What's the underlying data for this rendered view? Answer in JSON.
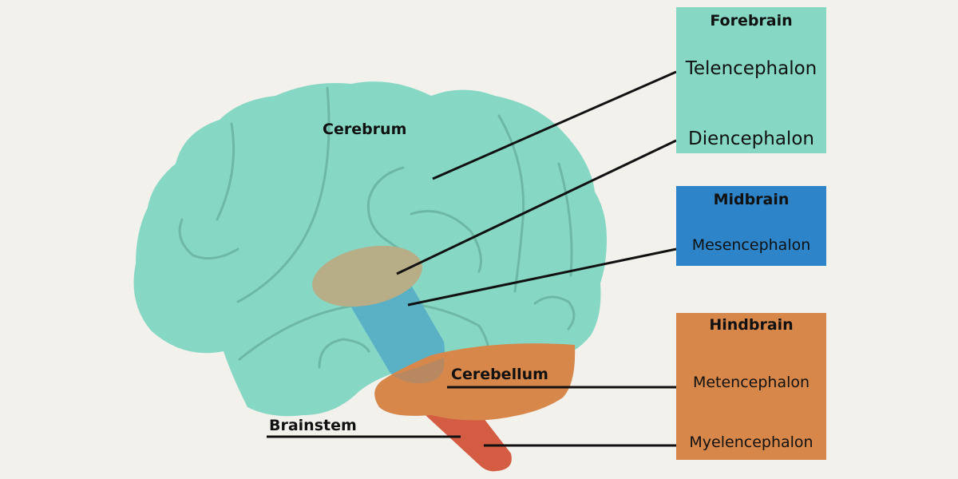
{
  "colors": {
    "background": "#f3f1ec",
    "cerebrum": "#86d8c4",
    "fold": "#6bb5a2",
    "diencephalon": "#b7ad86",
    "midbrain": "#5ab1c6",
    "cerebellum": "#d7874a",
    "medulla": "#d45c43",
    "forebrain_box": "#86d8c4",
    "midbrain_box": "#2d84c8",
    "hindbrain_box": "#d7874a",
    "leader_line": "#111111"
  },
  "labels": {
    "cerebrum": "Cerebrum",
    "cerebellum": "Cerebellum",
    "brainstem": "Brainstem"
  },
  "boxes": {
    "forebrain": {
      "title": "Forebrain",
      "items": [
        "Telencephalon",
        "Diencephalon"
      ]
    },
    "midbrain": {
      "title": "Midbrain",
      "items": [
        "Mesencephalon"
      ]
    },
    "hindbrain": {
      "title": "Hindbrain",
      "items": [
        "Metencephalon",
        "Myelencephalon"
      ]
    }
  }
}
